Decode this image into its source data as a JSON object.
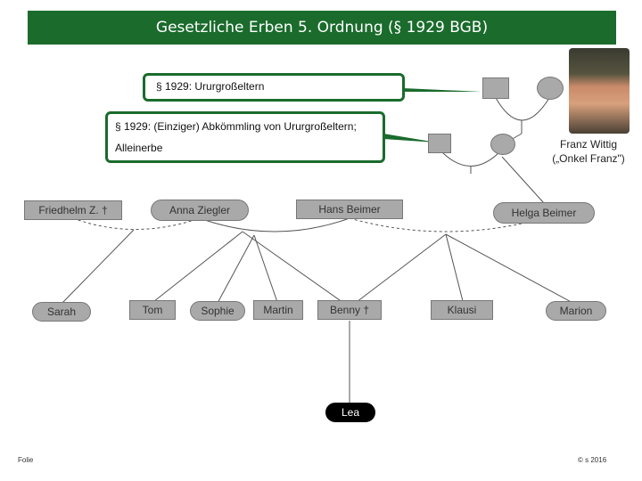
{
  "title": "Gesetzliche Erben 5. Ordnung (§ 1929 BGB)",
  "callouts": {
    "top": "§ 1929: Ururgroßeltern",
    "middle_line1": "§ 1929: (Einziger) Abkömmling von Ururgroßeltern;",
    "middle_line2": "Alleinerbe"
  },
  "photo_caption": {
    "line1": "Franz Wittig",
    "line2": "(„Onkel Franz\")"
  },
  "people": {
    "friedhelm": "Friedhelm Z. †",
    "anna": "Anna Ziegler",
    "hans": "Hans Beimer",
    "helga": "Helga Beimer",
    "sarah": "Sarah",
    "tom": "Tom",
    "sophie": "Sophie",
    "martin": "Martin",
    "benny": "Benny †",
    "klausi": "Klausi",
    "marion": "Marion",
    "lea": "Lea"
  },
  "footer": {
    "left": "Folie",
    "right": "© s 2016"
  },
  "colors": {
    "accent": "#1a6b2c",
    "node": "#a9a9a9",
    "lea": "#000000"
  }
}
